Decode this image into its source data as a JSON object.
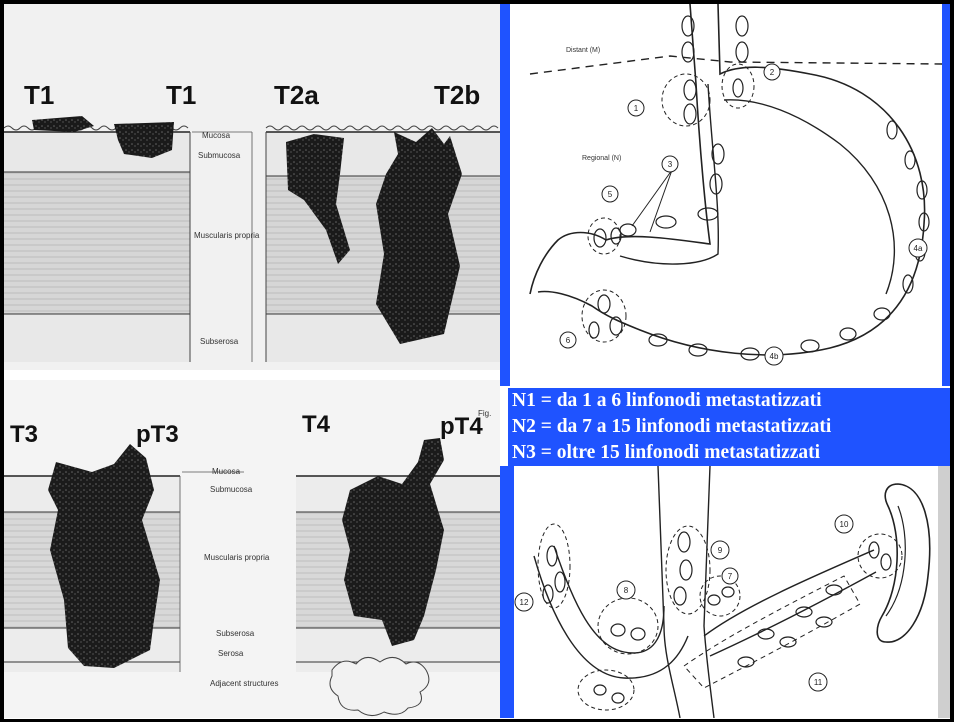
{
  "t_stage": {
    "labels": [
      "T1",
      "T1",
      "T2a",
      "T2b",
      "T3",
      "pT3",
      "T4",
      "pT4"
    ],
    "corner_marks": [
      "Fig."
    ],
    "layers_top": [
      "Mucosa",
      "Submucosa",
      "Muscularis propria",
      "Subserosa"
    ],
    "layers_bottom": [
      "Mucosa",
      "Submucosa",
      "Muscularis propria",
      "Subserosa",
      "Serosa",
      "Adjacent structures"
    ]
  },
  "stomach_diagram": {
    "zone_labels": [
      "Distant (M)",
      "Regional (N)"
    ],
    "node_numbers": [
      "1",
      "2",
      "3",
      "4a",
      "4b",
      "5",
      "6"
    ]
  },
  "n_stage": {
    "lines": [
      "N1 = da 1 a 6 linfonodi metastatizzati",
      "N2 = da 7 a 15 linfonodi metastatizzati",
      "N3 = oltre 15 linfonodi metastatizzati"
    ]
  },
  "celiac_diagram": {
    "node_numbers": [
      "8",
      "9",
      "7",
      "10",
      "11",
      "12"
    ]
  },
  "colors": {
    "accent_blue": "#1f53ff",
    "ink": "#111111",
    "tumor": "#1a1a1a"
  }
}
